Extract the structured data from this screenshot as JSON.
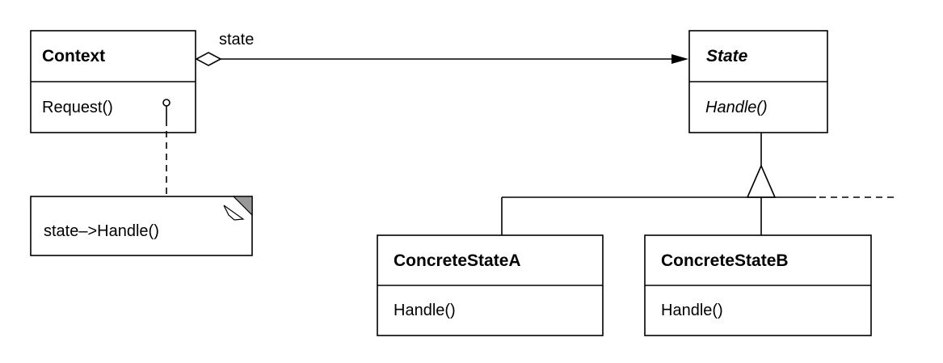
{
  "classes": {
    "context": {
      "name": "Context",
      "operation": "Request()"
    },
    "state": {
      "name": "State",
      "operation": "Handle()"
    },
    "concrete_a": {
      "name": "ConcreteStateA",
      "operation": "Handle()"
    },
    "concrete_b": {
      "name": "ConcreteStateB",
      "operation": "Handle()"
    }
  },
  "association": {
    "role_label": "state"
  },
  "note": {
    "text": "state–>Handle()"
  }
}
